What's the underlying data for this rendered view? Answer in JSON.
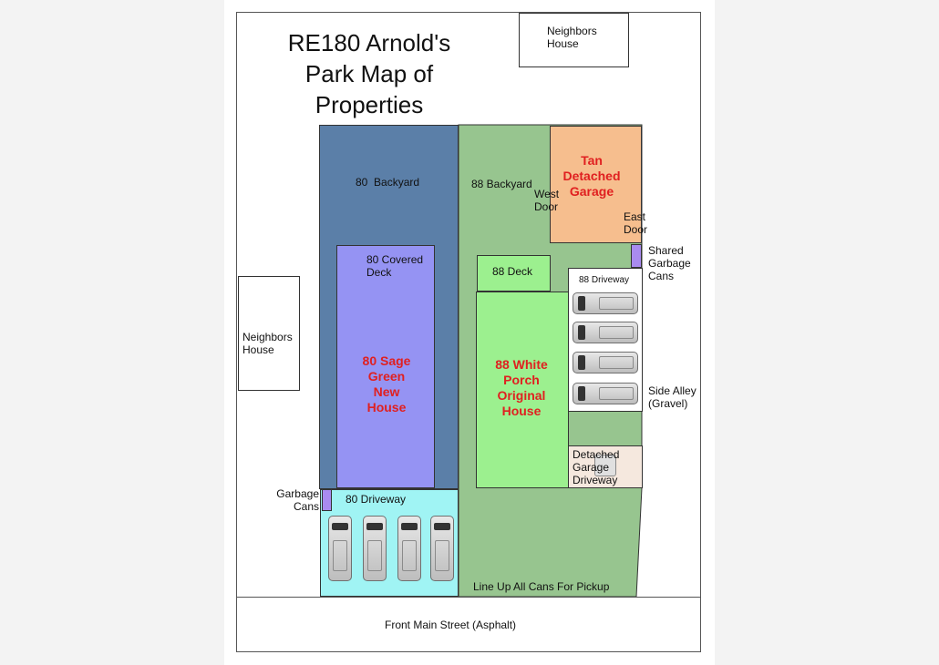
{
  "title": {
    "line1": "RE180 Arnold's",
    "line2": "Park Map of",
    "line3": "Properties"
  },
  "neighbors_top": "Neighbors House",
  "neighbors_left": "Neighbors House",
  "lot80": {
    "backyard": "80  Backyard",
    "covered_deck": "80 Covered Deck",
    "house": "80 Sage Green New House",
    "driveway": "80 Driveway",
    "garbage": "Garbage Cans",
    "color": "#5b7fa8",
    "house_color": "#9593f3",
    "driveway_color": "#a0f4f4"
  },
  "lot88": {
    "backyard": "88 Backyard",
    "deck": "88 Deck",
    "house": "88 White Porch Original House",
    "driveway": "88 Driveway",
    "color": "#97c58f",
    "house_color": "#9cf08f"
  },
  "garage": {
    "name": "Tan Detached Garage",
    "west_door": "West Door",
    "east_door": "East Door",
    "garage_driveway": "Detached Garage Driveway",
    "color": "#f6be8e"
  },
  "shared_cans": "Shared Garbage Cans",
  "side_alley": "Side Alley (Gravel)",
  "line_up": "Line Up All Cans For Pickup",
  "street": "Front Main Street (Asphalt)",
  "colors": {
    "red_label": "#e02020",
    "garbage": "#a98bf0"
  }
}
